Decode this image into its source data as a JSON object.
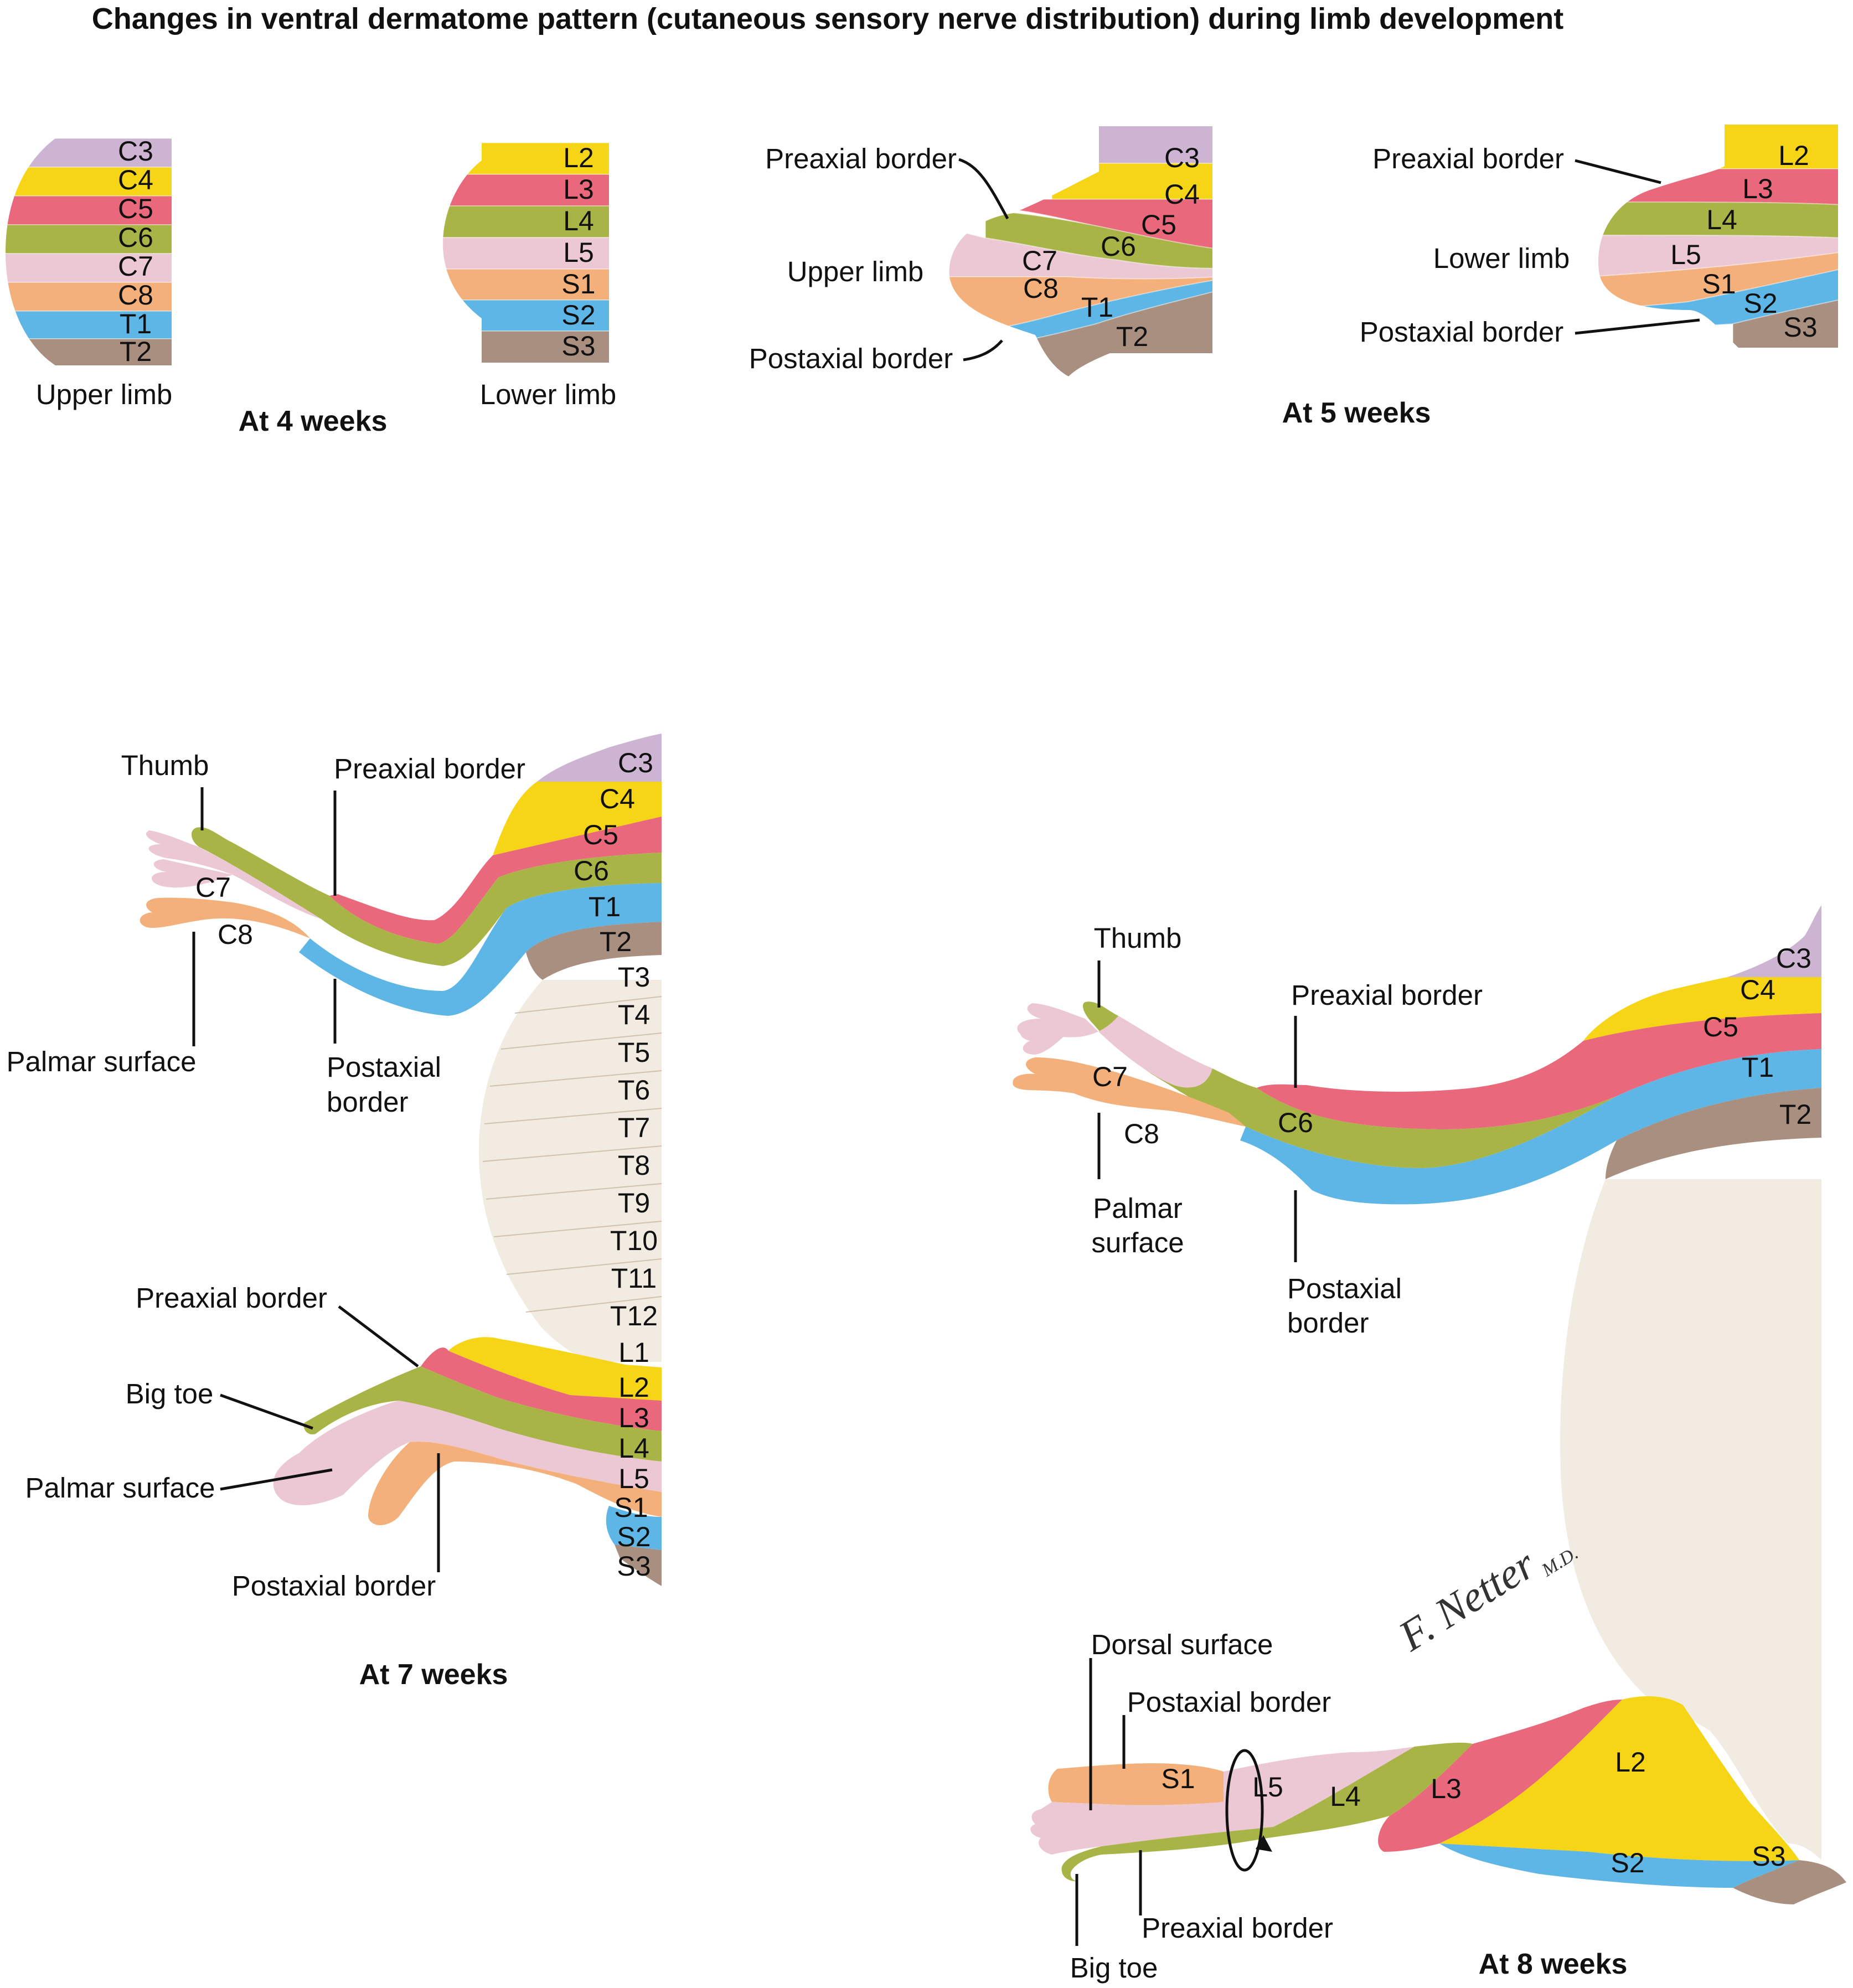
{
  "title": "Changes in ventral dermatome pattern (cutaneous sensory nerve distribution) during limb development",
  "colors": {
    "C3": "#cdb4d2",
    "C4": "#f5d516",
    "C5": "#e9687b",
    "C6": "#a9b446",
    "C7": "#ecc8d4",
    "C8": "#f4b07a",
    "T1": "#5db6e6",
    "T2": "#a98f80",
    "trunk": "#f1ebe1",
    "L2": "#f5d516",
    "L3": "#e9687b",
    "L4": "#a9b446",
    "L5": "#ecc8d4",
    "S1": "#f4b07a",
    "S2": "#5db6e6",
    "S3": "#a98f80"
  },
  "week4": {
    "upper": [
      "C3",
      "C4",
      "C5",
      "C6",
      "C7",
      "C8",
      "T1",
      "T2"
    ],
    "upper_label": "Upper limb",
    "lower": [
      "L2",
      "L3",
      "L4",
      "L5",
      "S1",
      "S2",
      "S3"
    ],
    "lower_label": "Lower limb",
    "stage": "At 4 weeks"
  },
  "week5": {
    "upper": [
      "C3",
      "C4",
      "C5",
      "C6",
      "C7",
      "C8",
      "T1",
      "T2"
    ],
    "upper_label": "Upper limb",
    "lower": [
      "L2",
      "L3",
      "L4",
      "L5",
      "S1",
      "S2",
      "S3"
    ],
    "lower_label": "Lower limb",
    "preaxial": "Preaxial border",
    "postaxial": "Postaxial border",
    "stage": "At 5 weeks"
  },
  "week7": {
    "upper": [
      "C3",
      "C4",
      "C5",
      "C6",
      "T1",
      "T2"
    ],
    "hand": [
      "C7",
      "C8"
    ],
    "trunk": [
      "T3",
      "T4",
      "T5",
      "T6",
      "T7",
      "T8",
      "T9",
      "T10",
      "T11",
      "T12",
      "L1"
    ],
    "lower": [
      "L2",
      "L3",
      "L4",
      "L5",
      "S1",
      "S2",
      "S3"
    ],
    "thumb": "Thumb",
    "preaxial": "Preaxial border",
    "palmar": "Palmar surface",
    "postaxial1": "Postaxial",
    "postaxial2": "border",
    "preaxial_lower": "Preaxial border",
    "big_toe": "Big toe",
    "palmar_lower": "Palmar surface",
    "postaxial_lower": "Postaxial border",
    "stage": "At 7 weeks"
  },
  "week8": {
    "upper": [
      "C3",
      "C4",
      "C5",
      "T1",
      "T2"
    ],
    "arm": [
      "C6",
      "C7",
      "C8"
    ],
    "lower": [
      "S1",
      "L5",
      "L4",
      "L3",
      "L2",
      "S2",
      "S3"
    ],
    "thumb": "Thumb",
    "preaxial": "Preaxial border",
    "palmar1": "Palmar",
    "palmar2": "surface",
    "postaxial1": "Postaxial",
    "postaxial2": "border",
    "dorsal": "Dorsal surface",
    "postaxial_lower": "Postaxial border",
    "preaxial_lower": "Preaxial border",
    "big_toe": "Big toe",
    "stage": "At 8 weeks"
  },
  "signature": {
    "name": "F. Netter",
    "suffix": "M.D."
  }
}
